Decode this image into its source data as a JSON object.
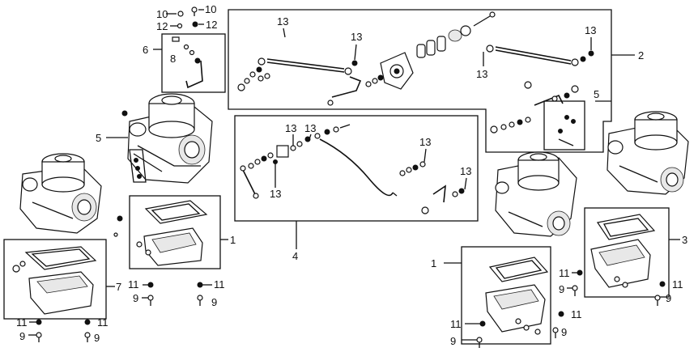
{
  "diagram": {
    "type": "exploded-parts-diagram",
    "callouts": {
      "c10": "10",
      "c12": "12",
      "c6": "6",
      "c8": "8",
      "c5": "5",
      "c13": "13",
      "c2": "2",
      "c4": "4",
      "c1": "1",
      "c3": "3",
      "c7": "7",
      "c9": "9",
      "c11": "11"
    }
  }
}
